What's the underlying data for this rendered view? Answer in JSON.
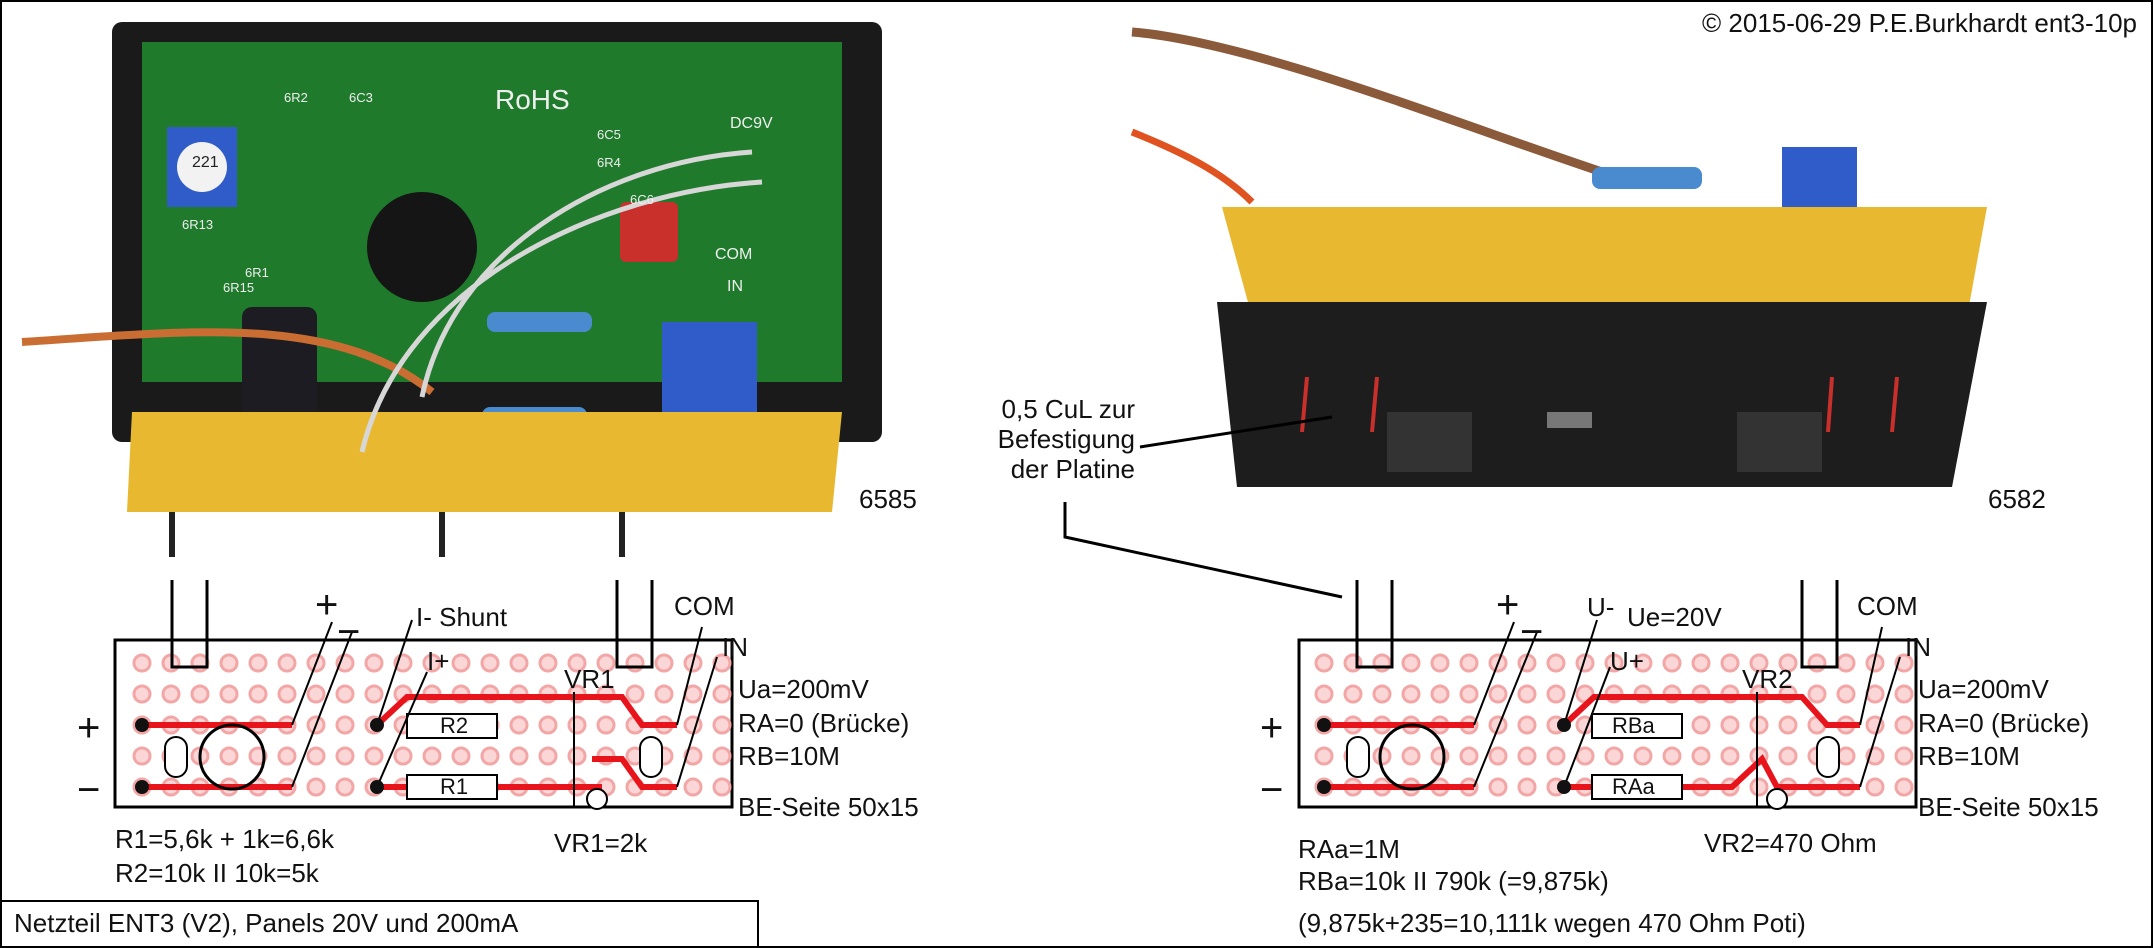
{
  "copyright": "© 2015-06-29 P.E.Burkhardt ent3-10p",
  "title": "Netzteil ENT3 (V2), Panels 20V und 200mA",
  "photos": {
    "left": {
      "number": "6585",
      "silkscreen": [
        "RoHS",
        "DC9V",
        "COM",
        "IN",
        "6R2",
        "6C3",
        "6C5",
        "6R4",
        "6C6",
        "6R1",
        "6R15",
        "6R13"
      ],
      "resistor_text": "221"
    },
    "right": {
      "number": "6582"
    }
  },
  "annotation": {
    "lines": [
      "0,5 CuL zur",
      "Befestigung",
      "der Platine"
    ]
  },
  "left_diagram": {
    "plus": "+",
    "minus": "−",
    "top_plus": "+",
    "top_minus": "−",
    "shunt_label": "I- Shunt",
    "iplus_label": "I+",
    "vr_label": "VR1",
    "com_label": "COM",
    "in_label": "IN",
    "r_top": "R2",
    "r_bottom": "R1",
    "notes": [
      "Ua=200mV",
      "RA=0 (Brücke)",
      "RB=10M"
    ],
    "be_side": "BE-Seite 50x15",
    "values": [
      "R1=5,6k + 1k=6,6k",
      "R2=10k II 10k=5k"
    ],
    "vr_value": "VR1=2k"
  },
  "right_diagram": {
    "plus": "+",
    "minus": "−",
    "top_plus": "+",
    "top_minus": "−",
    "uminus_label": "U-",
    "ue_label": "Ue=20V",
    "uplus_label": "U+",
    "vr_label": "VR2",
    "com_label": "COM",
    "in_label": "IN",
    "r_top": "RBa",
    "r_bottom": "RAa",
    "notes": [
      "Ua=200mV",
      "RA=0 (Brücke)",
      "RB=10M"
    ],
    "be_side": "BE-Seite 50x15",
    "values": [
      "RAa=1M",
      "RBa=10k II 790k (=9,875k)"
    ],
    "vr_value": "VR2=470 Ohm",
    "footnote": "(9,875k+235=10,111k wegen 470 Ohm Poti)"
  },
  "colors": {
    "trace": "#e8141b",
    "pad": "#f3a6a6",
    "board": "#e8b930",
    "pcb": "#1f7a2c",
    "bezel": "#1a1a1a",
    "pot": "#2f5cc8"
  }
}
